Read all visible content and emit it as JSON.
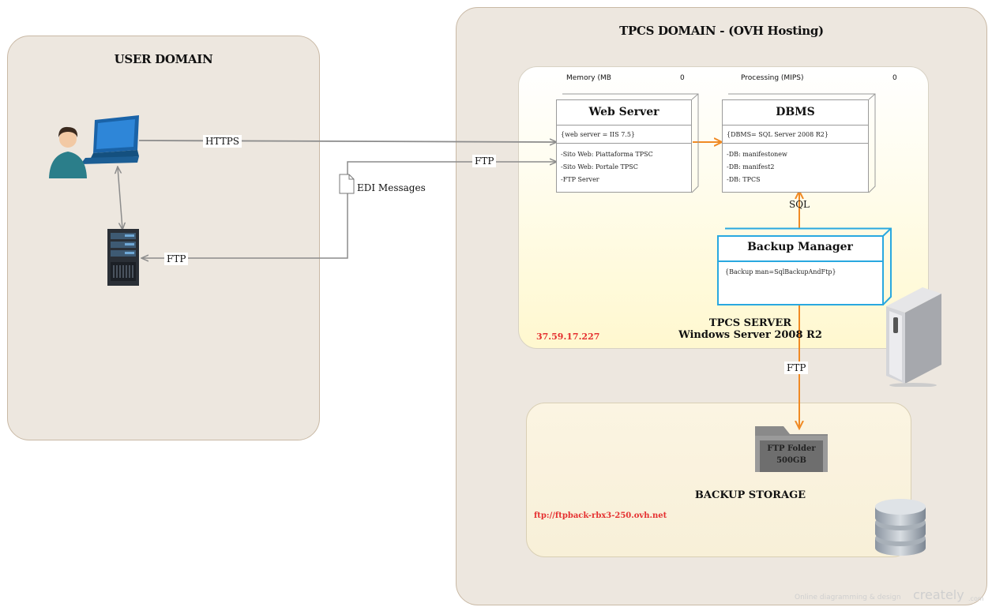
{
  "user_domain": {
    "title": "USER DOMAIN"
  },
  "tpcs_domain": {
    "title": "TPCS DOMAIN - (OVH Hosting)"
  },
  "metrics": {
    "memory_label": "Memory (MB",
    "memory_value": "0",
    "processing_label": "Processing (MIPS)",
    "processing_value": "0"
  },
  "web_server": {
    "title": "Web Server",
    "attribute": "{web server = IIS 7.5}",
    "items": [
      "-Sito Web: Piattaforma TPSC",
      "-Sito Web: Portale TPSC",
      "-FTP Server"
    ]
  },
  "dbms": {
    "title": "DBMS",
    "attribute": "{DBMS= SQL Server 2008 R2}",
    "items": [
      "-DB: manifestonew",
      "-DB: manifest2",
      "-DB: TPCS"
    ]
  },
  "backup_manager": {
    "title": "Backup Manager",
    "attribute": "{Backup man=SqlBackupAndFtp}"
  },
  "tpcs_server": {
    "ip": "37.59.17.227",
    "name": "TPCS SERVER",
    "os": "Windows Server 2008 R2"
  },
  "backup_storage": {
    "title": "BACKUP STORAGE",
    "url": "ftp://ftpback-rbx3-250.ovh.net",
    "folder_line1": "FTP Folder",
    "folder_line2": "500GB"
  },
  "edges": {
    "https": "HTTPS",
    "ftp_web": "FTP",
    "ftp_user": "FTP",
    "sql": "SQL",
    "ftp_backup": "FTP",
    "edi": "EDI Messages"
  },
  "watermark": {
    "text": "Online diagramming & design",
    "brand": "creately",
    "suffix": ".com"
  },
  "colors": {
    "orange": "#f08a24",
    "blue": "#29a8e0",
    "gray": "#8c8c8c",
    "ip_red": "#e53030"
  }
}
